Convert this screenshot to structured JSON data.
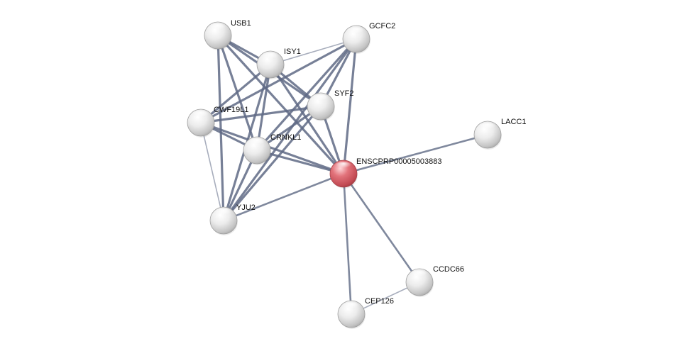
{
  "network": {
    "query_node": "ENSCPRP00005003883",
    "nodes": [
      {
        "id": "USB1",
        "label": "USB1"
      },
      {
        "id": "ISY1",
        "label": "ISY1"
      },
      {
        "id": "GCFC2",
        "label": "GCFC2"
      },
      {
        "id": "SYF2",
        "label": "SYF2"
      },
      {
        "id": "CWF19L1",
        "label": "CWF19L1"
      },
      {
        "id": "CRNKL1",
        "label": "CRNKL1"
      },
      {
        "id": "ENSCPRP00005003883",
        "label": "ENSCPRP00005003883"
      },
      {
        "id": "LACC1",
        "label": "LACC1"
      },
      {
        "id": "YJU2",
        "label": "YJU2"
      },
      {
        "id": "CCDC66",
        "label": "CCDC66"
      },
      {
        "id": "CEP126",
        "label": "CEP126"
      }
    ],
    "edges": [
      {
        "source": "USB1",
        "target": "ISY1",
        "strength": "strong"
      },
      {
        "source": "USB1",
        "target": "SYF2",
        "strength": "strong"
      },
      {
        "source": "USB1",
        "target": "CRNKL1",
        "strength": "strong"
      },
      {
        "source": "USB1",
        "target": "ENSCPRP00005003883",
        "strength": "strong"
      },
      {
        "source": "USB1",
        "target": "YJU2",
        "strength": "strong"
      },
      {
        "source": "ISY1",
        "target": "GCFC2",
        "strength": "weak"
      },
      {
        "source": "ISY1",
        "target": "SYF2",
        "strength": "strong"
      },
      {
        "source": "ISY1",
        "target": "CWF19L1",
        "strength": "strong"
      },
      {
        "source": "ISY1",
        "target": "CRNKL1",
        "strength": "strong"
      },
      {
        "source": "ISY1",
        "target": "ENSCPRP00005003883",
        "strength": "strong"
      },
      {
        "source": "ISY1",
        "target": "YJU2",
        "strength": "strong"
      },
      {
        "source": "GCFC2",
        "target": "SYF2",
        "strength": "strong"
      },
      {
        "source": "GCFC2",
        "target": "CWF19L1",
        "strength": "strong"
      },
      {
        "source": "GCFC2",
        "target": "CRNKL1",
        "strength": "strong"
      },
      {
        "source": "GCFC2",
        "target": "ENSCPRP00005003883",
        "strength": "strong"
      },
      {
        "source": "GCFC2",
        "target": "YJU2",
        "strength": "strong"
      },
      {
        "source": "SYF2",
        "target": "CWF19L1",
        "strength": "strong"
      },
      {
        "source": "SYF2",
        "target": "CRNKL1",
        "strength": "strong"
      },
      {
        "source": "SYF2",
        "target": "ENSCPRP00005003883",
        "strength": "strong"
      },
      {
        "source": "SYF2",
        "target": "YJU2",
        "strength": "strong"
      },
      {
        "source": "CWF19L1",
        "target": "CRNKL1",
        "strength": "strong"
      },
      {
        "source": "CWF19L1",
        "target": "ENSCPRP00005003883",
        "strength": "strong"
      },
      {
        "source": "CWF19L1",
        "target": "YJU2",
        "strength": "weak"
      },
      {
        "source": "CRNKL1",
        "target": "ENSCPRP00005003883",
        "strength": "strong"
      },
      {
        "source": "CRNKL1",
        "target": "YJU2",
        "strength": "strong"
      },
      {
        "source": "ENSCPRP00005003883",
        "target": "YJU2",
        "strength": "medium"
      },
      {
        "source": "ENSCPRP00005003883",
        "target": "LACC1",
        "strength": "medium"
      },
      {
        "source": "ENSCPRP00005003883",
        "target": "CCDC66",
        "strength": "medium"
      },
      {
        "source": "ENSCPRP00005003883",
        "target": "CEP126",
        "strength": "medium"
      },
      {
        "source": "CCDC66",
        "target": "CEP126",
        "strength": "weak"
      }
    ],
    "colors": {
      "query_node": "#d9616b",
      "partner_node": "#e6e6e6",
      "edge": "#5f6a85",
      "background": "#ffffff"
    }
  }
}
